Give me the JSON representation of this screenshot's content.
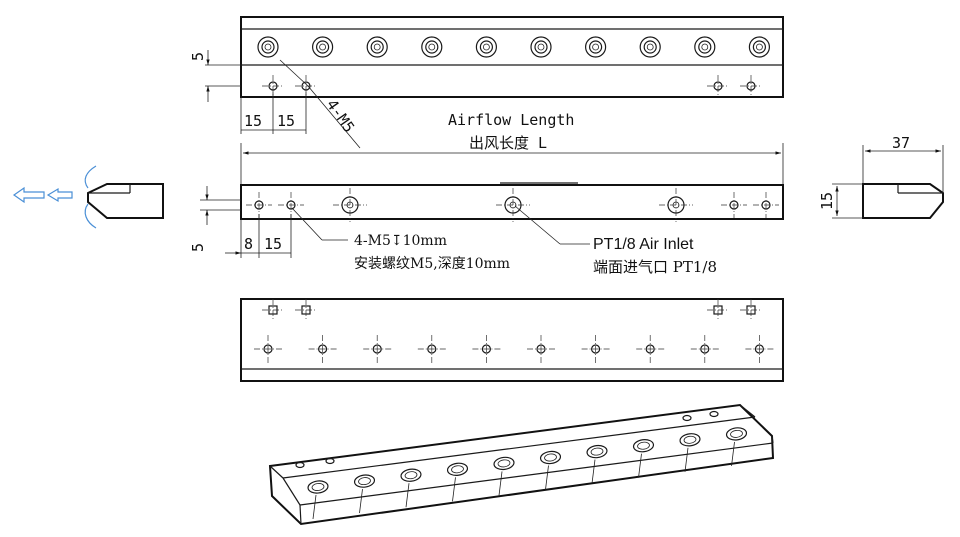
{
  "airflow_length_en": "Airflow Length",
  "airflow_length_cn": "出风长度 L",
  "hole_spec_top": "4-M5",
  "hole_spec_front": "4-M5↧10mm",
  "hole_spec_front_cn": "安装螺纹M5,深度10mm",
  "inlet_en": "PT1/8 Air Inlet",
  "inlet_cn": "端面进气口 PT1/8",
  "dims": {
    "top_offset": "5",
    "top_spacing_a": "15",
    "top_spacing_b": "15",
    "front_offset": "5",
    "front_edge": "8",
    "front_spacing": "15",
    "side_width": "37",
    "side_height": "15"
  }
}
